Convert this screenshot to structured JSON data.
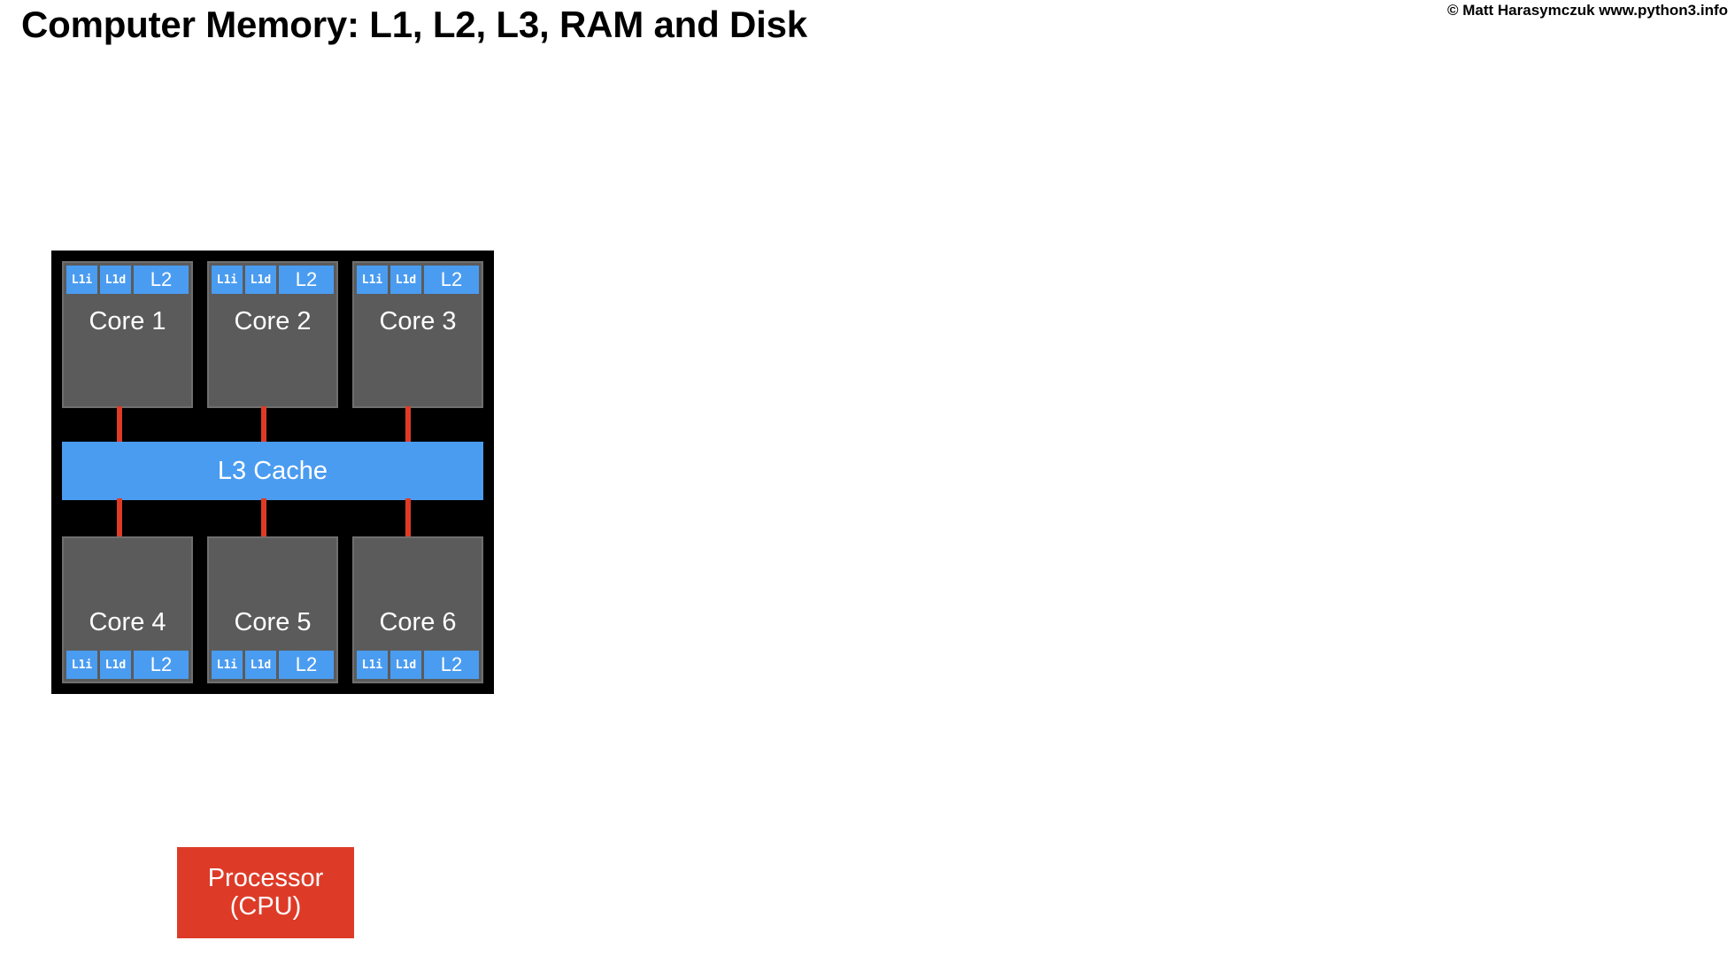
{
  "header": {
    "title": "Computer Memory: L1, L2, L3, RAM and Disk",
    "attribution": "© Matt Harasymczuk www.python3.info"
  },
  "colors": {
    "background": "#ffffff",
    "package": "#000000",
    "core": "#5b5b5b",
    "core_border": "#6f6f6f",
    "cache": "#4a9cf0",
    "connector": "#de3b27",
    "processor": "#dd3b28",
    "text_light": "#ffffff",
    "text_dark": "#000000"
  },
  "diagram": {
    "cache_labels": {
      "l1i": "L1i",
      "l1d": "L1d",
      "l2": "L2"
    },
    "l3_label": "L3 Cache",
    "cores_top": [
      {
        "label": "Core 1",
        "caches": [
          "L1i",
          "L1d",
          "L2"
        ]
      },
      {
        "label": "Core 2",
        "caches": [
          "L1i",
          "L1d",
          "L2"
        ]
      },
      {
        "label": "Core 3",
        "caches": [
          "L1i",
          "L1d",
          "L2"
        ]
      }
    ],
    "cores_bottom": [
      {
        "label": "Core 4",
        "caches": [
          "L1i",
          "L1d",
          "L2"
        ]
      },
      {
        "label": "Core 5",
        "caches": [
          "L1i",
          "L1d",
          "L2"
        ]
      },
      {
        "label": "Core 6",
        "caches": [
          "L1i",
          "L1d",
          "L2"
        ]
      }
    ],
    "processor": {
      "line1": "Processor",
      "line2": "(CPU)"
    }
  }
}
